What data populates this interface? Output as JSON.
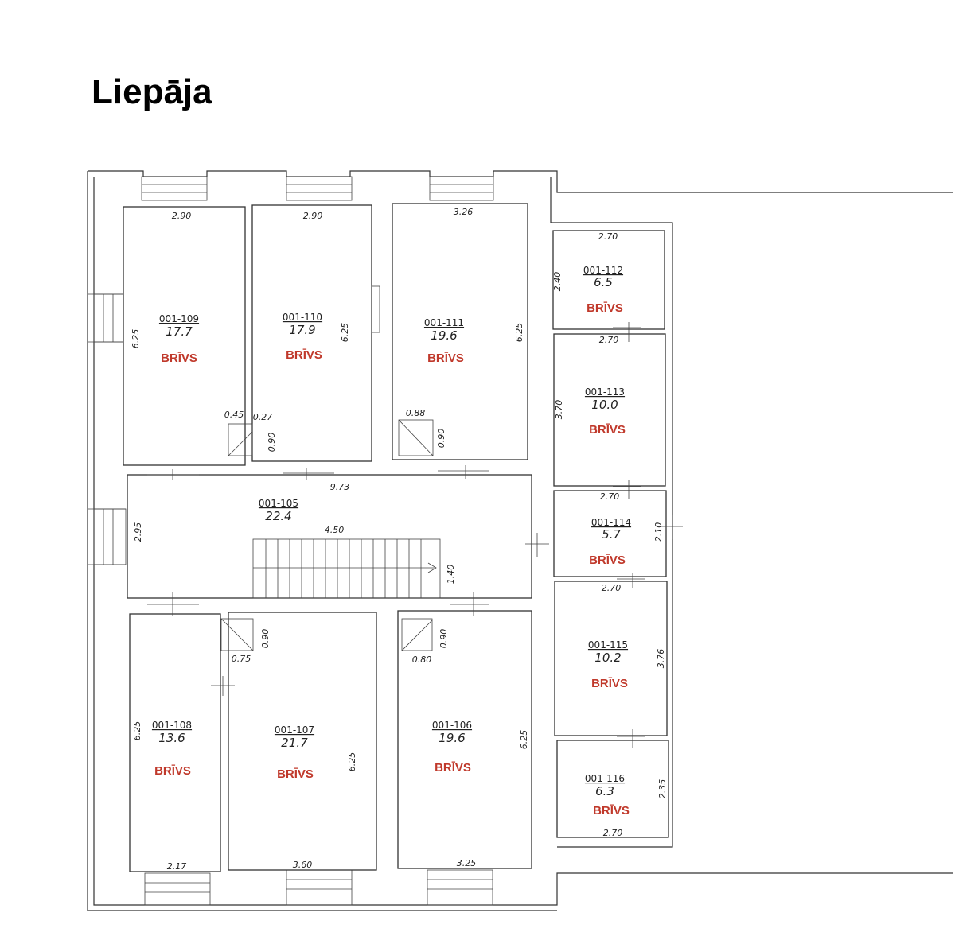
{
  "title": "Liepāja",
  "colors": {
    "status": "#c0392b",
    "line": "#333333"
  },
  "rooms": {
    "r109": {
      "id": "001-109",
      "area": "17.7",
      "status": "BRĪVS",
      "dim_top": "2.90",
      "dim_side": "6.25"
    },
    "r110": {
      "id": "001-110",
      "area": "17.9",
      "status": "BRĪVS",
      "dim_top": "2.90",
      "dim_side": "6.25"
    },
    "r111": {
      "id": "001-111",
      "area": "19.6",
      "status": "BRĪVS",
      "dim_top": "3.26",
      "dim_side": "6.25"
    },
    "r112": {
      "id": "001-112",
      "area": "6.5",
      "status": "BRĪVS",
      "dim_top": "2.70",
      "dim_side": "2.40"
    },
    "r113": {
      "id": "001-113",
      "area": "10.0",
      "status": "BRĪVS",
      "dim_top": "2.70",
      "dim_side": "3.70"
    },
    "r114": {
      "id": "001-114",
      "area": "5.7",
      "status": "BRĪVS",
      "dim_top": "2.70",
      "dim_side": "2.10"
    },
    "r115": {
      "id": "001-115",
      "area": "10.2",
      "status": "BRĪVS",
      "dim_top": "2.70",
      "dim_side": "3.76"
    },
    "r116": {
      "id": "001-116",
      "area": "6.3",
      "status": "BRĪVS",
      "dim_bottom": "2.70",
      "dim_side": "2.35"
    },
    "r105": {
      "id": "001-105",
      "area": "22.4",
      "dim_top": "9.73",
      "dim_side": "2.95",
      "stair_len": "4.50",
      "stair_w": "1.40"
    },
    "r108": {
      "id": "001-108",
      "area": "13.6",
      "status": "BRĪVS",
      "dim_bottom": "2.17",
      "dim_side": "6.25"
    },
    "r107": {
      "id": "001-107",
      "area": "21.7",
      "status": "BRĪVS",
      "dim_bottom": "3.60",
      "dim_side": "6.25"
    },
    "r106": {
      "id": "001-106",
      "area": "19.6",
      "status": "BRĪVS",
      "dim_bottom": "3.25",
      "dim_side": "6.25"
    }
  },
  "shafts": {
    "s1_w": "0.45",
    "s1_gap": "0.27",
    "s1_h": "0.90",
    "s2_w": "0.88",
    "s2_h": "0.90",
    "s3_w": "0.75",
    "s3_h": "0.90",
    "s4_w": "0.80",
    "s4_h": "0.90"
  }
}
